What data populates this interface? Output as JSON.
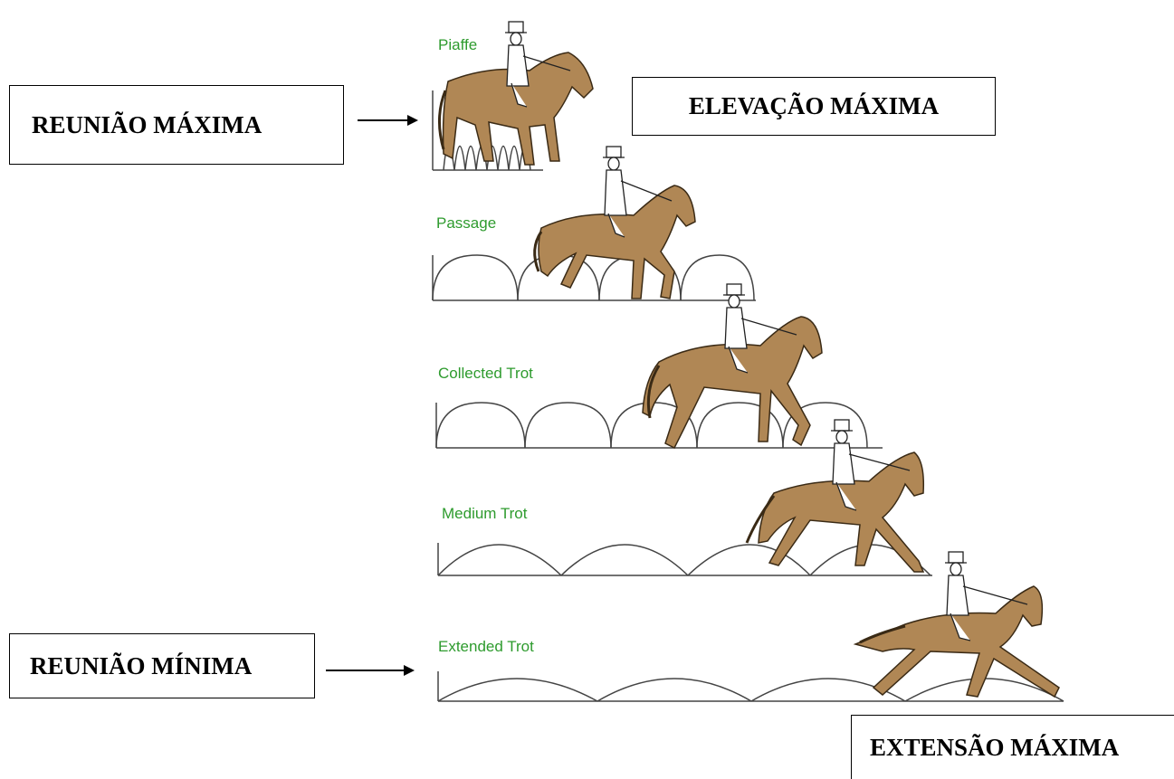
{
  "boxes": {
    "reuniao_maxima": "REUNIÃO MÁXIMA",
    "elevacao_maxima": "ELEVAÇÃO MÁXIMA",
    "reuniao_minima": "REUNIÃO MÍNIMA",
    "extensao_maxima": "EXTENSÃO MÁXIMA"
  },
  "gaits": [
    {
      "label": "Piaffe"
    },
    {
      "label": "Passage"
    },
    {
      "label": "Collected Trot"
    },
    {
      "label": "Medium Trot"
    },
    {
      "label": "Extended Trot"
    }
  ],
  "colors": {
    "horse": "#b08755",
    "gait_label": "#2e9b2e",
    "line": "#333333"
  }
}
